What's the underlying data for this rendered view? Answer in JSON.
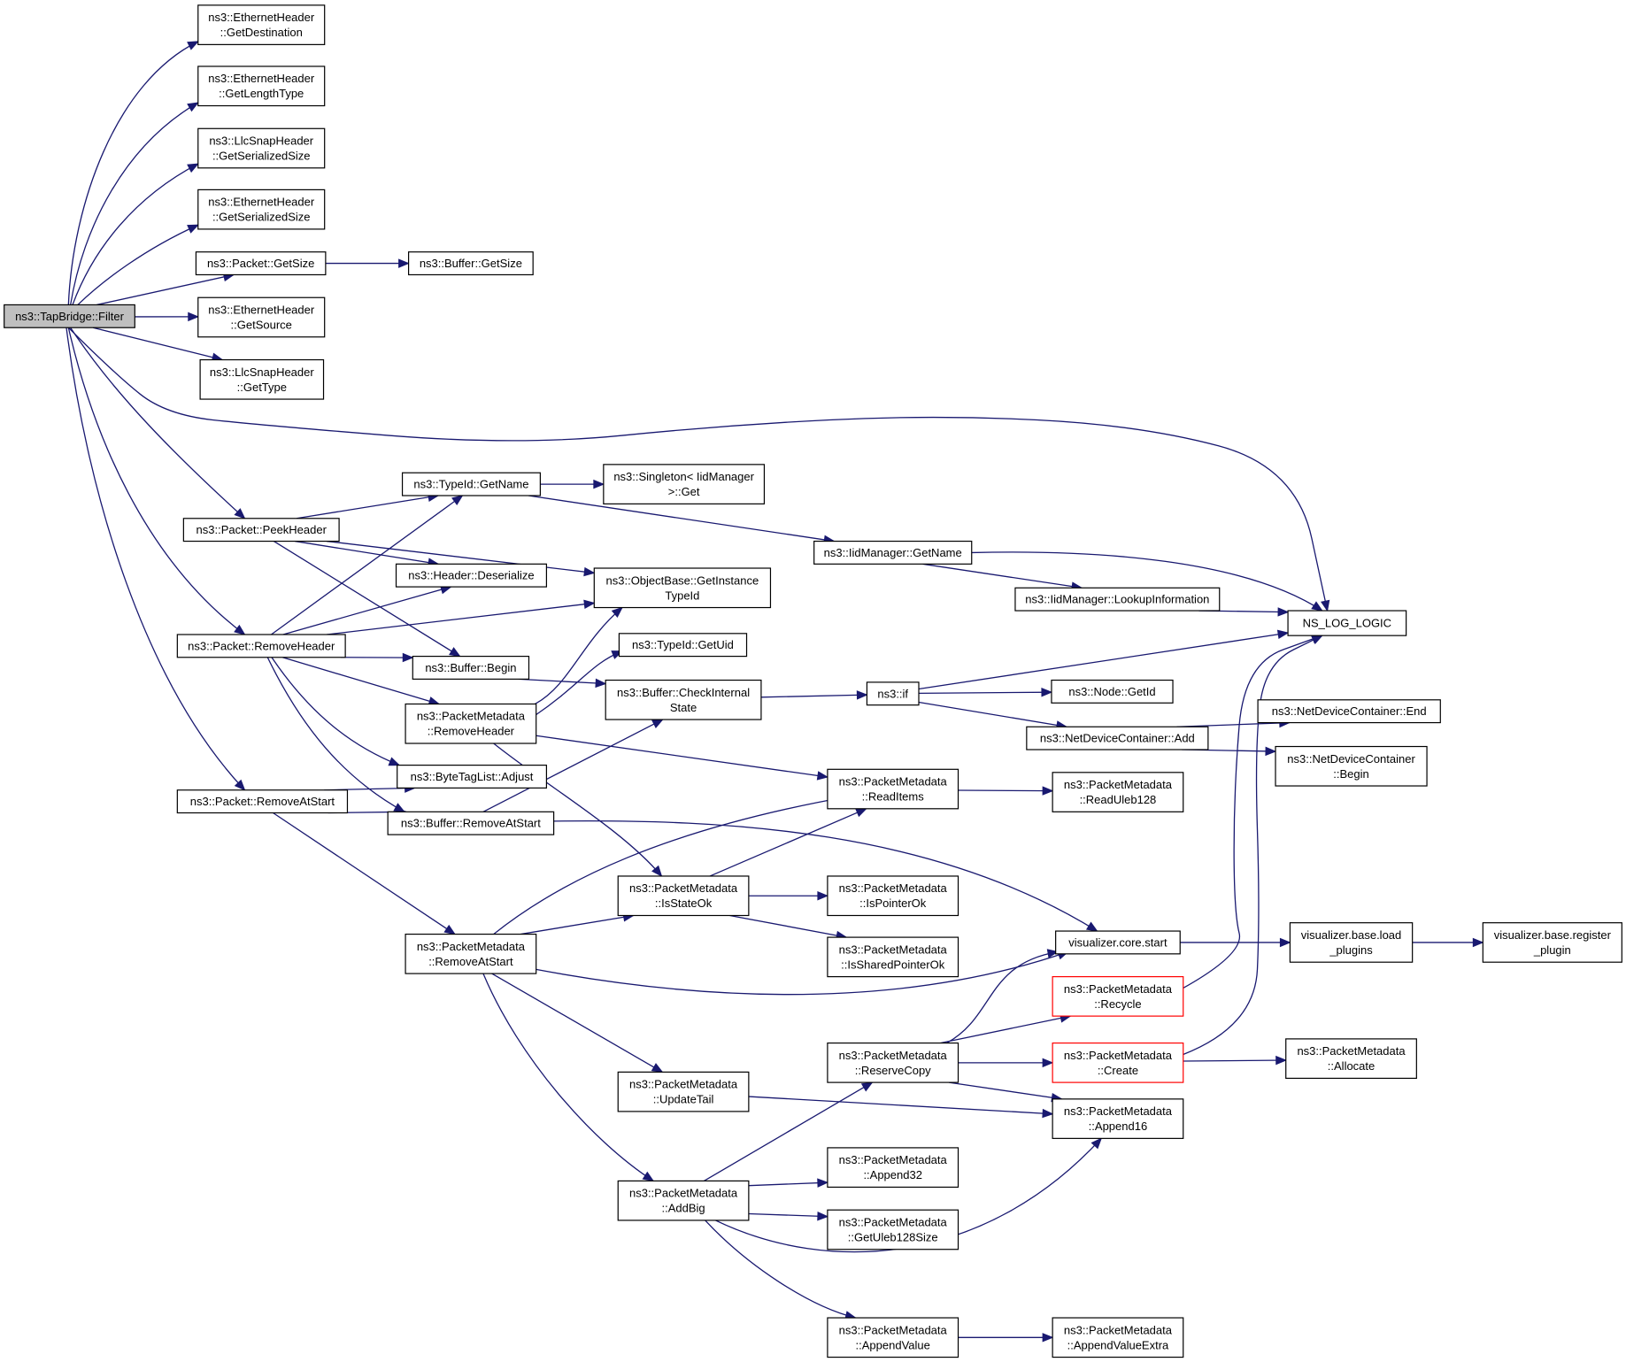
{
  "diagram": {
    "type": "call-graph",
    "nodes": [
      {
        "id": "filter",
        "lines": [
          "ns3::TapBridge::Filter"
        ],
        "style": "root"
      },
      {
        "id": "eth_getdest",
        "lines": [
          "ns3::EthernetHeader",
          "::GetDestination"
        ]
      },
      {
        "id": "eth_getlentype",
        "lines": [
          "ns3::EthernetHeader",
          "::GetLengthType"
        ]
      },
      {
        "id": "llc_getsersize",
        "lines": [
          "ns3::LlcSnapHeader",
          "::GetSerializedSize"
        ]
      },
      {
        "id": "eth_getsersize",
        "lines": [
          "ns3::EthernetHeader",
          "::GetSerializedSize"
        ]
      },
      {
        "id": "pkt_getsize",
        "lines": [
          "ns3::Packet::GetSize"
        ]
      },
      {
        "id": "buf_getsize",
        "lines": [
          "ns3::Buffer::GetSize"
        ]
      },
      {
        "id": "eth_getsource",
        "lines": [
          "ns3::EthernetHeader",
          "::GetSource"
        ]
      },
      {
        "id": "llc_gettype",
        "lines": [
          "ns3::LlcSnapHeader",
          "::GetType"
        ]
      },
      {
        "id": "typeid_getname",
        "lines": [
          "ns3::TypeId::GetName"
        ]
      },
      {
        "id": "singleton_get",
        "lines": [
          "ns3::Singleton< IidManager",
          ">::Get"
        ]
      },
      {
        "id": "pkt_peekheader",
        "lines": [
          "ns3::Packet::PeekHeader"
        ]
      },
      {
        "id": "iid_getname",
        "lines": [
          "ns3::IidManager::GetName"
        ]
      },
      {
        "id": "hdr_deserialize",
        "lines": [
          "ns3::Header::Deserialize"
        ]
      },
      {
        "id": "objbase_getinst",
        "lines": [
          "ns3::ObjectBase::GetInstance",
          "TypeId"
        ]
      },
      {
        "id": "iid_lookup",
        "lines": [
          "ns3::IidManager::LookupInformation"
        ]
      },
      {
        "id": "ns_log_logic",
        "lines": [
          "NS_LOG_LOGIC"
        ]
      },
      {
        "id": "pkt_removeheader",
        "lines": [
          "ns3::Packet::RemoveHeader"
        ]
      },
      {
        "id": "typeid_getuid",
        "lines": [
          "ns3::TypeId::GetUid"
        ]
      },
      {
        "id": "buf_begin",
        "lines": [
          "ns3::Buffer::Begin"
        ]
      },
      {
        "id": "buf_checkinternal",
        "lines": [
          "ns3::Buffer::CheckInternal",
          "State"
        ]
      },
      {
        "id": "ns3_if",
        "lines": [
          "ns3::if"
        ]
      },
      {
        "id": "node_getid",
        "lines": [
          "ns3::Node::GetId"
        ]
      },
      {
        "id": "pm_removeheader",
        "lines": [
          "ns3::PacketMetadata",
          "::RemoveHeader"
        ]
      },
      {
        "id": "ndc_add",
        "lines": [
          "ns3::NetDeviceContainer::Add"
        ]
      },
      {
        "id": "ndc_end",
        "lines": [
          "ns3::NetDeviceContainer::End"
        ]
      },
      {
        "id": "ndc_begin",
        "lines": [
          "ns3::NetDeviceContainer",
          "::Begin"
        ]
      },
      {
        "id": "btl_adjust",
        "lines": [
          "ns3::ByteTagList::Adjust"
        ]
      },
      {
        "id": "pm_readitems",
        "lines": [
          "ns3::PacketMetadata",
          "::ReadItems"
        ]
      },
      {
        "id": "pm_readuleb",
        "lines": [
          "ns3::PacketMetadata",
          "::ReadUleb128"
        ]
      },
      {
        "id": "pkt_removeatstart",
        "lines": [
          "ns3::Packet::RemoveAtStart"
        ]
      },
      {
        "id": "buf_removeatstart",
        "lines": [
          "ns3::Buffer::RemoveAtStart"
        ]
      },
      {
        "id": "pm_isstateok",
        "lines": [
          "ns3::PacketMetadata",
          "::IsStateOk"
        ]
      },
      {
        "id": "pm_ispointerok",
        "lines": [
          "ns3::PacketMetadata",
          "::IsPointerOk"
        ]
      },
      {
        "id": "pm_removeatstart",
        "lines": [
          "ns3::PacketMetadata",
          "::RemoveAtStart"
        ]
      },
      {
        "id": "vis_start",
        "lines": [
          "visualizer.core.start"
        ]
      },
      {
        "id": "vis_load",
        "lines": [
          "visualizer.base.load",
          "_plugins"
        ]
      },
      {
        "id": "vis_register",
        "lines": [
          "visualizer.base.register",
          "_plugin"
        ]
      },
      {
        "id": "pm_issharedptr",
        "lines": [
          "ns3::PacketMetadata",
          "::IsSharedPointerOk"
        ]
      },
      {
        "id": "pm_recycle",
        "lines": [
          "ns3::PacketMetadata",
          "::Recycle"
        ],
        "style": "red"
      },
      {
        "id": "pm_reservecopy",
        "lines": [
          "ns3::PacketMetadata",
          "::ReserveCopy"
        ]
      },
      {
        "id": "pm_create",
        "lines": [
          "ns3::PacketMetadata",
          "::Create"
        ],
        "style": "red"
      },
      {
        "id": "pm_allocate",
        "lines": [
          "ns3::PacketMetadata",
          "::Allocate"
        ]
      },
      {
        "id": "pm_updatetail",
        "lines": [
          "ns3::PacketMetadata",
          "::UpdateTail"
        ]
      },
      {
        "id": "pm_append16",
        "lines": [
          "ns3::PacketMetadata",
          "::Append16"
        ]
      },
      {
        "id": "pm_append32",
        "lines": [
          "ns3::PacketMetadata",
          "::Append32"
        ]
      },
      {
        "id": "pm_addbig",
        "lines": [
          "ns3::PacketMetadata",
          "::AddBig"
        ]
      },
      {
        "id": "pm_getulebsize",
        "lines": [
          "ns3::PacketMetadata",
          "::GetUleb128Size"
        ]
      },
      {
        "id": "pm_appendvalue",
        "lines": [
          "ns3::PacketMetadata",
          "::AppendValue"
        ]
      },
      {
        "id": "pm_appendvalueextra",
        "lines": [
          "ns3::PacketMetadata",
          "::AppendValueExtra"
        ]
      }
    ],
    "edges": [
      [
        "filter",
        "eth_getdest"
      ],
      [
        "filter",
        "eth_getlentype"
      ],
      [
        "filter",
        "llc_getsersize"
      ],
      [
        "filter",
        "eth_getsersize"
      ],
      [
        "filter",
        "pkt_getsize"
      ],
      [
        "filter",
        "eth_getsource"
      ],
      [
        "filter",
        "llc_gettype"
      ],
      [
        "filter",
        "ns_log_logic"
      ],
      [
        "filter",
        "pkt_peekheader"
      ],
      [
        "filter",
        "pkt_removeheader"
      ],
      [
        "filter",
        "pkt_removeatstart"
      ],
      [
        "pkt_getsize",
        "buf_getsize"
      ],
      [
        "pkt_peekheader",
        "typeid_getname"
      ],
      [
        "pkt_peekheader",
        "objbase_getinst"
      ],
      [
        "pkt_peekheader",
        "hdr_deserialize"
      ],
      [
        "pkt_peekheader",
        "buf_begin"
      ],
      [
        "typeid_getname",
        "singleton_get"
      ],
      [
        "typeid_getname",
        "iid_getname"
      ],
      [
        "iid_getname",
        "ns_log_logic"
      ],
      [
        "iid_getname",
        "iid_lookup"
      ],
      [
        "iid_lookup",
        "ns_log_logic"
      ],
      [
        "pkt_removeheader",
        "typeid_getname"
      ],
      [
        "pkt_removeheader",
        "hdr_deserialize"
      ],
      [
        "pkt_removeheader",
        "objbase_getinst"
      ],
      [
        "pkt_removeheader",
        "buf_begin"
      ],
      [
        "pkt_removeheader",
        "pm_removeheader"
      ],
      [
        "pkt_removeheader",
        "btl_adjust"
      ],
      [
        "pkt_removeheader",
        "buf_removeatstart"
      ],
      [
        "buf_begin",
        "buf_checkinternal"
      ],
      [
        "pm_removeheader",
        "objbase_getinst"
      ],
      [
        "pm_removeheader",
        "typeid_getuid"
      ],
      [
        "pm_removeheader",
        "pm_readitems"
      ],
      [
        "pm_removeheader",
        "pm_isstateok"
      ],
      [
        "buf_checkinternal",
        "ns3_if"
      ],
      [
        "ns3_if",
        "ns_log_logic"
      ],
      [
        "ns3_if",
        "node_getid"
      ],
      [
        "ns3_if",
        "ndc_add"
      ],
      [
        "ndc_add",
        "ndc_end"
      ],
      [
        "ndc_add",
        "ndc_begin"
      ],
      [
        "pkt_removeatstart",
        "btl_adjust"
      ],
      [
        "pkt_removeatstart",
        "buf_removeatstart"
      ],
      [
        "pkt_removeatstart",
        "pm_removeatstart"
      ],
      [
        "buf_removeatstart",
        "buf_checkinternal"
      ],
      [
        "buf_removeatstart",
        "vis_start"
      ],
      [
        "pm_readitems",
        "pm_readuleb"
      ],
      [
        "pm_isstateok",
        "pm_readitems"
      ],
      [
        "pm_isstateok",
        "pm_ispointerok"
      ],
      [
        "pm_isstateok",
        "pm_issharedptr"
      ],
      [
        "pm_removeatstart",
        "pm_readitems"
      ],
      [
        "pm_removeatstart",
        "pm_isstateok"
      ],
      [
        "pm_removeatstart",
        "vis_start"
      ],
      [
        "pm_removeatstart",
        "pm_updatetail"
      ],
      [
        "pm_removeatstart",
        "pm_addbig"
      ],
      [
        "vis_start",
        "vis_load"
      ],
      [
        "vis_load",
        "vis_register"
      ],
      [
        "pm_recycle",
        "ns_log_logic"
      ],
      [
        "pm_create",
        "ns_log_logic"
      ],
      [
        "pm_create",
        "pm_allocate"
      ],
      [
        "pm_reservecopy",
        "vis_start"
      ],
      [
        "pm_reservecopy",
        "pm_recycle"
      ],
      [
        "pm_reservecopy",
        "pm_create"
      ],
      [
        "pm_reservecopy",
        "pm_append16"
      ],
      [
        "pm_updatetail",
        "pm_append16"
      ],
      [
        "pm_addbig",
        "pm_reservecopy"
      ],
      [
        "pm_addbig",
        "pm_append32"
      ],
      [
        "pm_addbig",
        "pm_getulebsize"
      ],
      [
        "pm_addbig",
        "pm_append16"
      ],
      [
        "pm_addbig",
        "pm_appendvalue"
      ],
      [
        "pm_appendvalue",
        "pm_appendvalueextra"
      ]
    ]
  }
}
